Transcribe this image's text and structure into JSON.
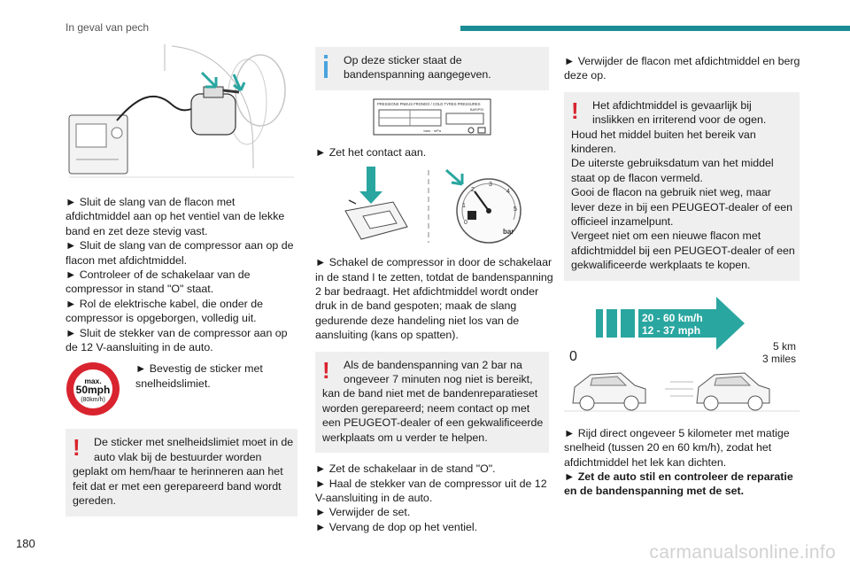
{
  "header": {
    "title": "In geval van pech"
  },
  "footer": {
    "page_number": "180",
    "watermark": "carmanualsonline.info"
  },
  "colors": {
    "accent": "#1c8c95",
    "warning": "#d9242f",
    "info": "#4aa3df",
    "box": "#efefef"
  },
  "col1": {
    "steps": [
      [
        "► Sluit de slang van de flacon met",
        "afdichtmiddel aan op het ventiel van de lekke",
        "band en zet deze stevig vast."
      ],
      [
        "► Sluit de slang van de compressor aan op de",
        "flacon met afdichtmiddel."
      ],
      [
        "► Controleer of de schakelaar van de",
        "compressor in stand \"O\" staat."
      ],
      [
        "► Rol de elektrische kabel, die onder de",
        "compressor is opgeborgen, volledig uit."
      ],
      [
        "► Sluit de stekker van de compressor aan op",
        "de 12 V-aansluiting in de auto."
      ]
    ],
    "speed_sticker": {
      "line1": "max.",
      "line2": "50mph",
      "line3": "(80km/h)"
    },
    "sticker_step": [
      "► Bevestig de sticker met",
      "snelheidslimiet."
    ],
    "warning": [
      "De sticker met snelheidslimiet moet in de",
      "auto vlak bij de bestuurder worden",
      "geplakt om hem/haar te herinneren aan het",
      "feit dat er met een gerepareerd band wordt",
      "gereden."
    ]
  },
  "col2": {
    "info": [
      "Op deze sticker staat de",
      "bandenspanning aangegeven."
    ],
    "pressure_label": {
      "title": "PRESSIONS PNEUS FRONDO / COLD TYRES PRESSURES",
      "units": "bars · mPa",
      "sub": "BAR/PSI"
    },
    "contact_step": "► Zet het contact aan.",
    "gauge": {
      "unit": "bar",
      "ticks": [
        "0",
        "1",
        "2",
        "3",
        "4",
        "5"
      ]
    },
    "switch_step": [
      "► Schakel de compressor in door de schakelaar",
      "in de stand I te zetten, totdat de bandenspanning",
      "2 bar bedraagt. Het afdichtmiddel wordt onder",
      "druk in de band gespoten; maak de slang",
      "gedurende deze handeling niet los van de",
      "aansluiting (kans op spatten)."
    ],
    "warning": [
      "Als de bandenspanning van 2 bar na",
      "ongeveer 7 minuten nog niet is bereikt,",
      "kan de band niet met de bandenreparatieset",
      "worden gerepareerd; neem contact op met",
      "een PEUGEOT-dealer of een gekwalificeerde",
      "werkplaats om u verder te helpen."
    ],
    "final_steps": [
      "► Zet de schakelaar in de stand \"O\".",
      "► Haal de stekker van de compressor uit de 12",
      "V-aansluiting in de auto.",
      "► Verwijder de set.",
      "► Vervang de dop op het ventiel."
    ]
  },
  "col3": {
    "remove_step": [
      "► Verwijder de flacon met afdichtmiddel en berg",
      "deze op."
    ],
    "warning": [
      "Het afdichtmiddel is gevaarlijk bij",
      "inslikken en irriterend voor de ogen.",
      "Houd het middel buiten het bereik van",
      "kinderen.",
      "De uiterste gebruiksdatum van het middel",
      "staat op de flacon vermeld.",
      "Gooi de flacon na gebruik niet weg, maar",
      "lever deze in bij een PEUGEOT-dealer of een",
      "officieel inzamelpunt.",
      "Vergeet niet om een nieuwe flacon met",
      "afdichtmiddel bij een PEUGEOT-dealer of een",
      "gekwalificeerde werkplaats te kopen."
    ],
    "drive_sign": {
      "kmh": "20 - 60 km/h",
      "mph": "12 - 37 mph",
      "start": "0",
      "km": "5 km",
      "miles": "3 miles"
    },
    "drive_steps": [
      "► Rijd direct ongeveer 5 kilometer met matige",
      "snelheid (tussen 20 en 60 km/h), zodat het",
      "afdichtmiddel het lek kan dichten."
    ],
    "bold_steps": [
      "► Zet de auto stil en controleer de reparatie",
      "en de bandenspanning met de set."
    ]
  }
}
